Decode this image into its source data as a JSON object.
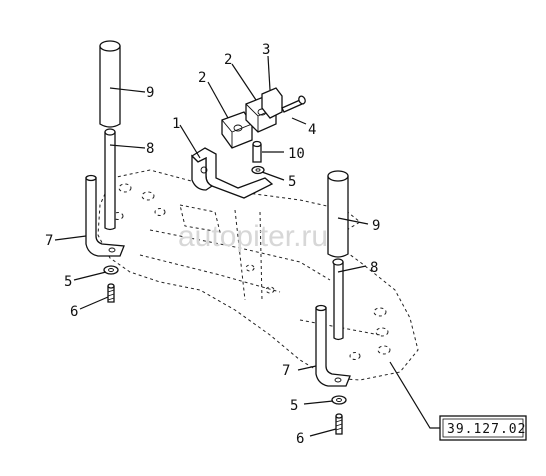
{
  "watermark": "autopiter.ru",
  "reference_code": "39.127.02",
  "callouts": {
    "c1": "1",
    "c2a": "2",
    "c2b": "2",
    "c3": "3",
    "c4": "4",
    "c10": "10",
    "c5a": "5",
    "c9a": "9",
    "c8a": "8",
    "c7a": "7",
    "c5b": "5",
    "c6a": "6",
    "c9b": "9",
    "c8b": "8",
    "c7b": "7",
    "c5c": "5",
    "c6b": "6"
  }
}
